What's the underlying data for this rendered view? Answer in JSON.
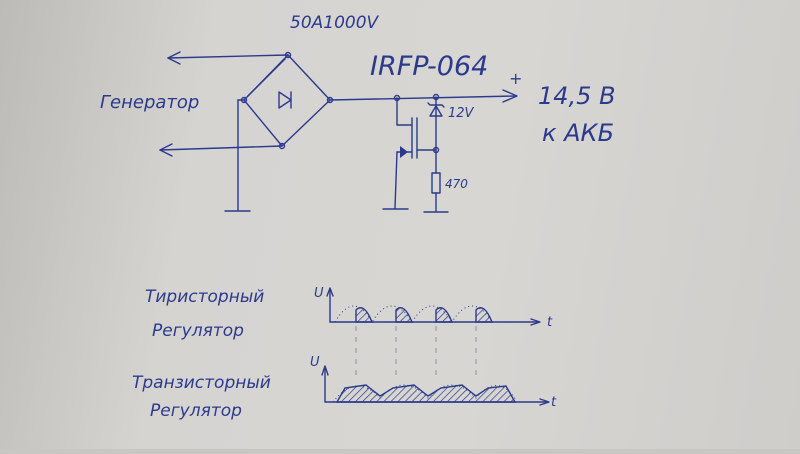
{
  "labels": {
    "bridge_rating": "50A1000V",
    "transistor": "IRFP-064",
    "generator": "Генератор",
    "plus": "+",
    "output_voltage": "14,5 В",
    "to_battery": "к АКБ",
    "zener": "12V",
    "resistor": "470"
  },
  "graphs": {
    "thyristor": {
      "title_line1": "Тиристорный",
      "title_line2": "Регулятор",
      "u_axis": "U",
      "t_axis": "t"
    },
    "transistor": {
      "title_line1": "Транзисторный",
      "title_line2": "Регулятор",
      "u_axis": "U",
      "t_axis": "t"
    }
  },
  "colors": {
    "ink": "#2b3a8c",
    "paper": "#d6d4d1"
  }
}
